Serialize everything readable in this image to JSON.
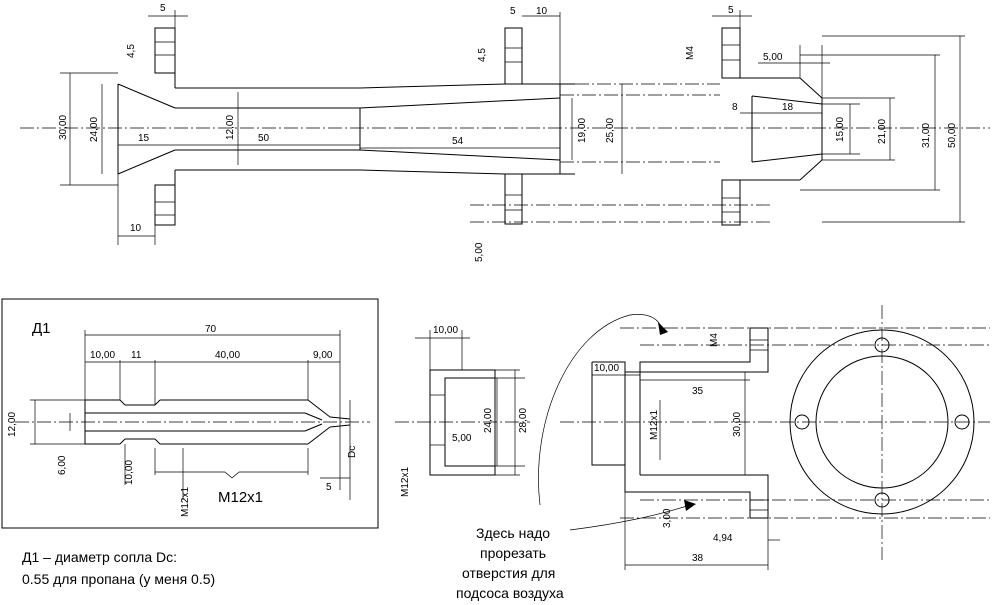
{
  "top_view": {
    "dims": {
      "d5_a": "5",
      "d45_a": "4,5",
      "d30": "30,00",
      "d24": "24,00",
      "d15": "15",
      "d12": "12,00",
      "d50_len": "50",
      "d10_a": "10",
      "d5_b": "5",
      "d10_b": "10",
      "d45_b": "4,5",
      "d54": "54",
      "d19": "19,00",
      "d25": "25,00",
      "d5_c": "5,00",
      "d5_d": "5",
      "dm4": "M4",
      "d5_e": "5,00",
      "d8": "8",
      "d18": "18",
      "d15_b": "15,00",
      "d21": "21,00",
      "d31": "31,00",
      "d50": "50,00"
    }
  },
  "nozzle_detail": {
    "label": "Д1",
    "dims": {
      "d70": "70",
      "d10": "10,00",
      "d11": "11",
      "d40": "40,00",
      "d9": "9,00",
      "d12": "12,00",
      "d6": "6,00",
      "d10v": "10,00",
      "dm12v": "M12x1",
      "d5": "5",
      "dc": "Dc"
    },
    "thread_label": "M12x1"
  },
  "mid_part": {
    "dims": {
      "d10": "10,00",
      "d24": "24,00",
      "d28": "28,00",
      "d5": "5,00",
      "dm12": "M12x1"
    }
  },
  "right_part": {
    "dims": {
      "dm4": "M4",
      "d10": "10,00",
      "d35": "35",
      "dm12": "M12x1",
      "d30": "30,00",
      "d3": "3,00",
      "d494": "4,94",
      "d38": "38"
    },
    "annotation": [
      "Здесь надо",
      "прорезать",
      "отверстия для",
      "подсоса воздуха"
    ]
  },
  "footer_note": {
    "line1": "Д1 –  диаметр сопла Dc:",
    "line2": "0.55 для пропана (у меня 0.5)"
  }
}
